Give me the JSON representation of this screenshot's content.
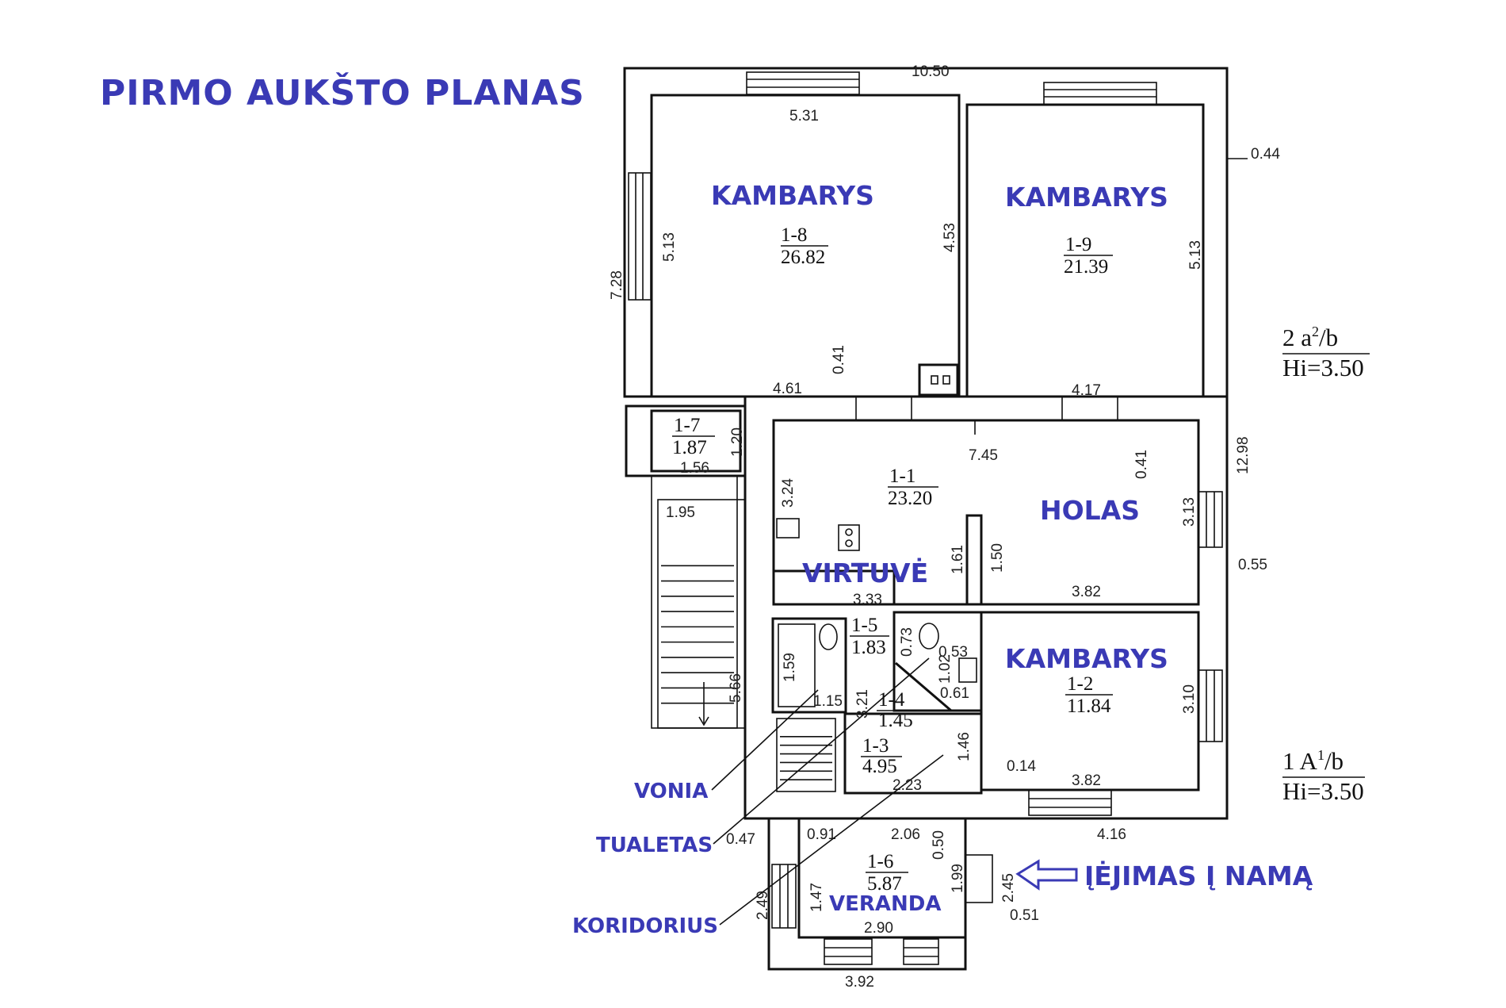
{
  "title": "PIRMO AUKŠTO PLANAS",
  "colors": {
    "label": "#3a3ab5",
    "ink": "#111111",
    "paper": "#ffffff"
  },
  "rooms": [
    {
      "id": "1-8",
      "area": "26.82",
      "label": "KAMBARYS"
    },
    {
      "id": "1-9",
      "area": "21.39",
      "label": "KAMBARYS"
    },
    {
      "id": "1-7",
      "area": "1.87"
    },
    {
      "id": "1-1",
      "area": "23.20",
      "label": "HOLAS",
      "label2": "VIRTUVĖ"
    },
    {
      "id": "1-5",
      "area": "1.83"
    },
    {
      "id": "1-4",
      "area": "1.45"
    },
    {
      "id": "1-3",
      "area": "4.95"
    },
    {
      "id": "1-2",
      "area": "11.84",
      "label": "KAMBARYS"
    },
    {
      "id": "1-6",
      "area": "5.87",
      "label": "VERANDA"
    }
  ],
  "callouts": {
    "vonia": "VONIA",
    "tualetas": "TUALETAS",
    "koridorius": "KORIDORIUS",
    "entrance": "ĮĖJIMAS Į NAMĄ"
  },
  "legend": {
    "upper": {
      "line1": "2 a",
      "sup": "2",
      "tail": "/b",
      "line2": "Hi=3.50"
    },
    "lower": {
      "line1": "1 A",
      "sup": "1",
      "tail": "/b",
      "line2": "Hi=3.50"
    }
  },
  "dims": [
    "10.50",
    "5.31",
    "0.44",
    "5.13",
    "4.53",
    "5.13",
    "7.28",
    "0.41",
    "4.61",
    "4.17",
    "1.20",
    "1.56",
    "7.45",
    "0.41",
    "12.98",
    "3.24",
    "1.95",
    "3.13",
    "1.61",
    "1.50",
    "0.55",
    "3.82",
    "3.33",
    "0.73",
    "0.53",
    "1.02",
    "0.61",
    "1.59",
    "1.15",
    "3.21",
    "5.66",
    "3.10",
    "1.46",
    "0.14",
    "3.82",
    "2.23",
    "0.47",
    "0.91",
    "2.06",
    "0.50",
    "1.99",
    "2.45",
    "0.51",
    "4.16",
    "2.49",
    "1.47",
    "2.90",
    "3.92"
  ]
}
